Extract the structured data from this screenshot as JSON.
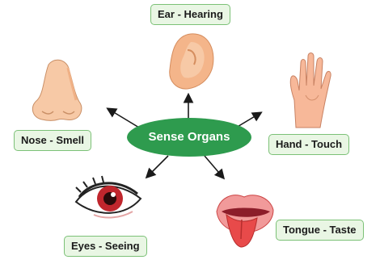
{
  "center": {
    "label": "Sense Organs",
    "color": "#2e9b4e"
  },
  "organs": [
    {
      "label": "Ear - Hearing",
      "icon": "ear-icon"
    },
    {
      "label": "Nose - Smell",
      "icon": "nose-icon"
    },
    {
      "label": "Hand - Touch",
      "icon": "hand-icon"
    },
    {
      "label": "Eyes - Seeing",
      "icon": "eye-icon"
    },
    {
      "label": "Tongue - Taste",
      "icon": "tongue-icon"
    }
  ],
  "colors": {
    "label_bg": "#e9f6e4",
    "label_border": "#7cc177",
    "skin": "#f7c9a6",
    "eye_iris": "#c0262d",
    "tongue": "#e84a4a"
  }
}
